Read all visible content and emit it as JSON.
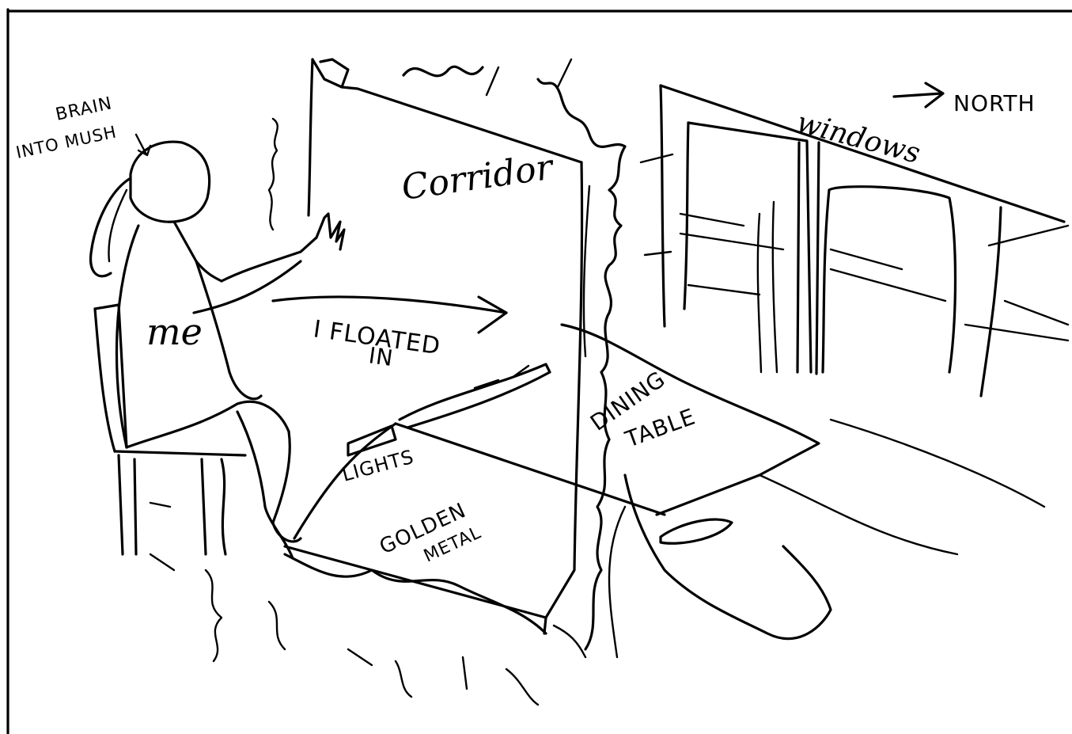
{
  "labels": {
    "brain_line1": "BRAIN",
    "brain_line2": "INTO MUSH",
    "north": "NORTH",
    "windows": "windows",
    "corridor": "Corridor",
    "me": "me",
    "floated_line1": "I FLOATED",
    "floated_line2": "IN",
    "dining_line1": "DINING",
    "dining_line2": "TABLE",
    "lights": "LIGHTS",
    "golden_line1": "GOLDEN",
    "golden_line2": "METAL"
  },
  "colors": {
    "ink": "#000000",
    "paper": "#ffffff"
  }
}
